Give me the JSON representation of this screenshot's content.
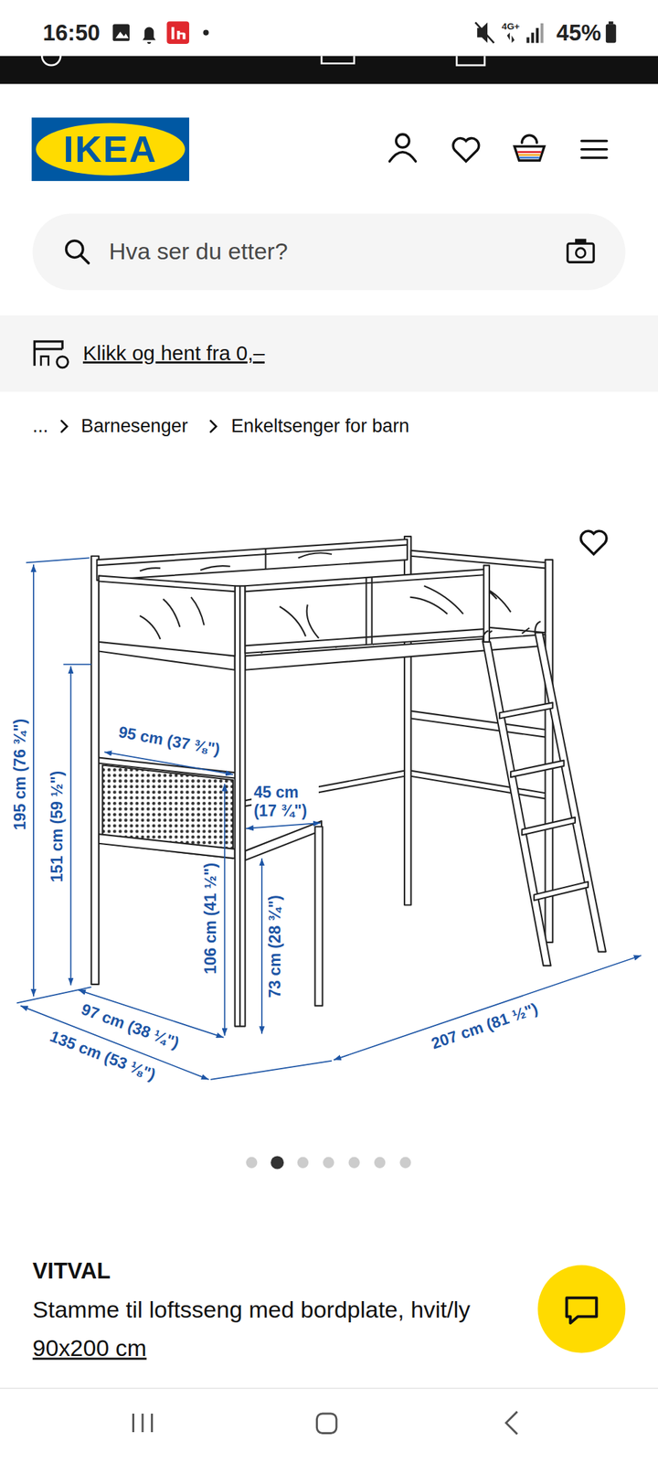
{
  "diagram": {
    "nodes": [
      {
        "text": [
          "IKEA"
        ]
      },
      {
        "text": [
          "Hva ser du etter?"
        ]
      },
      {
        "text": [
          "Klikk og hent fra 0,–"
        ]
      }
    ],
    "labels": [
      "16:50",
      "4G+",
      "45%",
      "...",
      "Barnesenger",
      "Enkeltsenger for barn",
      "195 cm (76 ¾\")",
      "151 cm (59 ½\")",
      "95 cm (37 ⅜\")",
      "45 cm (17 ¾\")",
      "106 cm (41 ½\")",
      "73 cm (28 ¾\")",
      "97 cm (38 ¼\")",
      "135 cm (53 ⅛\")",
      "207 cm (81 ½\")",
      "VITVAL",
      "Stamme til loftsseng med bordplate, hvit/ly",
      "90x200 cm"
    ]
  }
}
